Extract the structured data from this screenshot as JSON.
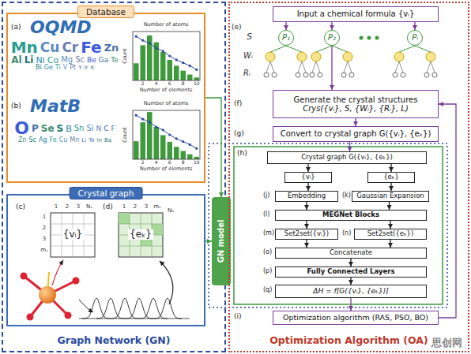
{
  "diagram": {
    "nodes": [
      {
        "text": [
          "Graph Network (GN)"
        ]
      },
      {
        "text": [
          "Database"
        ],
        "in": 0
      },
      {
        "text": [
          "Crystal graph"
        ],
        "in": 0
      },
      {
        "text": [
          "GN model"
        ]
      },
      {
        "text": [
          "Optimization Algorithm (OA)"
        ]
      },
      {
        "text": [
          "Input a chemical formula {vᵢ}"
        ],
        "in": 4
      },
      {
        "text": [
          "P₁"
        ],
        "in": 4
      },
      {
        "text": [
          "P₂"
        ],
        "in": 4
      },
      {
        "text": [
          "Pₗ"
        ],
        "in": 4
      },
      {
        "text": [
          "Generate the crystal structures",
          "Crys({vᵢ}, S, {Wᵢ}, {Rᵢ}, L)"
        ],
        "in": 4
      },
      {
        "text": [
          "Convert to crystal graph G({vᵢ}, {eₖ})"
        ],
        "in": 4
      },
      {
        "text": [
          "Crystal graph G({vᵢ}, {eₖ})"
        ],
        "in": 4
      },
      {
        "text": [
          "{vᵢ}"
        ],
        "in": 4
      },
      {
        "text": [
          "{eₖ}"
        ],
        "in": 4
      },
      {
        "text": [
          "Embedding"
        ],
        "in": 4
      },
      {
        "text": [
          "Gaussian Expansion"
        ],
        "in": 4
      },
      {
        "text": [
          "MEGNet Blocks"
        ],
        "in": 4
      },
      {
        "text": [
          "Set2set({vᵢ})"
        ],
        "in": 4
      },
      {
        "text": [
          "Set2set({eₖ})"
        ],
        "in": 4
      },
      {
        "text": [
          "Concatenate"
        ],
        "in": 4
      },
      {
        "text": [
          "Fully Connected Layers"
        ],
        "in": 4
      },
      {
        "text": [
          "ΔH = f[G({vᵢ}, {eₖ})]"
        ],
        "in": 4
      },
      {
        "text": [
          "Optimization algorithm (RAS, PSO, BO)"
        ],
        "in": 4
      }
    ],
    "edges": [
      {
        "from": 1,
        "to": 3,
        "arrow": "to"
      },
      {
        "from": 2,
        "to": 3,
        "arrow": "to"
      },
      {
        "from": 5,
        "to": 6,
        "arrow": "to"
      },
      {
        "from": 5,
        "to": 7,
        "arrow": "to"
      },
      {
        "from": 5,
        "to": 8,
        "arrow": "to"
      },
      {
        "from": 7,
        "to": 9,
        "arrow": "to"
      },
      {
        "from": 9,
        "to": 10,
        "arrow": "to"
      },
      {
        "from": 10,
        "to": 11,
        "arrow": "to"
      },
      {
        "from": 11,
        "to": 12,
        "arrow": "to"
      },
      {
        "from": 11,
        "to": 13,
        "arrow": "to"
      },
      {
        "from": 12,
        "to": 14,
        "arrow": "to"
      },
      {
        "from": 13,
        "to": 15,
        "arrow": "to"
      },
      {
        "from": 14,
        "to": 16,
        "arrow": "to"
      },
      {
        "from": 15,
        "to": 16,
        "arrow": "to"
      },
      {
        "from": 16,
        "to": 17,
        "arrow": "to"
      },
      {
        "from": 16,
        "to": 18,
        "arrow": "to"
      },
      {
        "from": 17,
        "to": 19,
        "arrow": "to"
      },
      {
        "from": 18,
        "to": 19,
        "arrow": "to"
      },
      {
        "from": 19,
        "to": 20,
        "arrow": "to"
      },
      {
        "from": 20,
        "to": 21,
        "arrow": "to"
      },
      {
        "from": 21,
        "to": 22,
        "arrow": "to"
      },
      {
        "from": 22,
        "to": 9,
        "arrow": "to"
      }
    ],
    "labels": [
      "(a)",
      "(b)",
      "(c)",
      "(d)",
      "(e)",
      "(f)",
      "(g)",
      "(h)",
      "(i)",
      "(j)",
      "(k)",
      "(l)",
      "(m)",
      "(n)",
      "(o)",
      "(p)",
      "(q)",
      "OQMD",
      "MatB",
      "S",
      "Wᵢ",
      "Rᵢ",
      "{vᵢ}",
      "1",
      "2",
      "3",
      "Nᵥ",
      "1",
      "2",
      "3",
      "mᵥ",
      "{eₖ}",
      "1",
      "2",
      "3",
      "mᵥ",
      "Nₑ",
      "Number of atoms",
      "Number of elements",
      "Count",
      "2",
      "4",
      "6",
      "8",
      "10",
      "Number of atoms",
      "Number of elements",
      "Count",
      "2",
      "4",
      "6",
      "8",
      "10",
      "Mn",
      "Cu",
      "Cr",
      "Fe",
      "Zn",
      "Al",
      "Li",
      "Ni",
      "Co",
      "Mg",
      "Sc",
      "Be",
      "Ga",
      "Te",
      "Bi",
      "Ge",
      "Ti",
      "V",
      "Pt",
      "Y",
      "Ir",
      "K",
      "O",
      "P",
      "Se",
      "S",
      "B",
      "Sn",
      "Si",
      "N",
      "C",
      "F",
      "Zn",
      "Sc",
      "Ag",
      "Fe",
      "Cu",
      "Mn",
      "Li",
      "Te",
      "In",
      "Ba",
      "思创网"
    ]
  }
}
